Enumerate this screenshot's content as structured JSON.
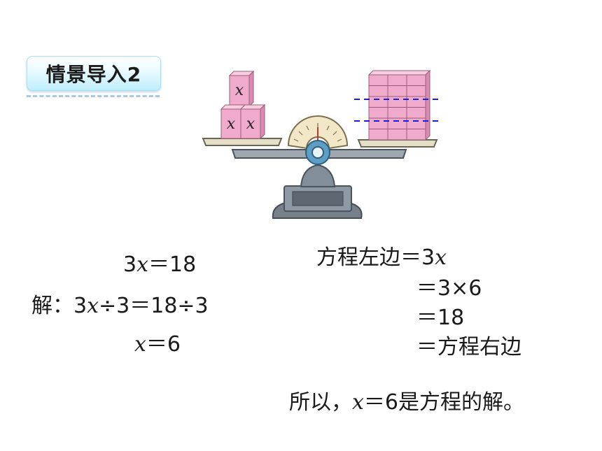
{
  "section_badge": "情景导入2",
  "scale": {
    "left_block_label": "x",
    "left_block_count": 3,
    "right_cube_columns": 3,
    "right_cube_rows": 6
  },
  "solution": {
    "equation": {
      "coef": "3",
      "var": "x",
      "rest": "＝18"
    },
    "step1": {
      "prefix": "解：3",
      "var": "x",
      "rest": "÷3＝18÷3"
    },
    "step2": {
      "var": "x",
      "rest": "＝6"
    }
  },
  "check": {
    "line1": {
      "prefix": "方程左边＝3",
      "var": "x"
    },
    "line2": "＝3×6",
    "line3": "＝18",
    "line4": "＝方程右边"
  },
  "conclusion": {
    "prefix": "所以，",
    "var": "x",
    "rest": "＝6是方程的解。"
  }
}
